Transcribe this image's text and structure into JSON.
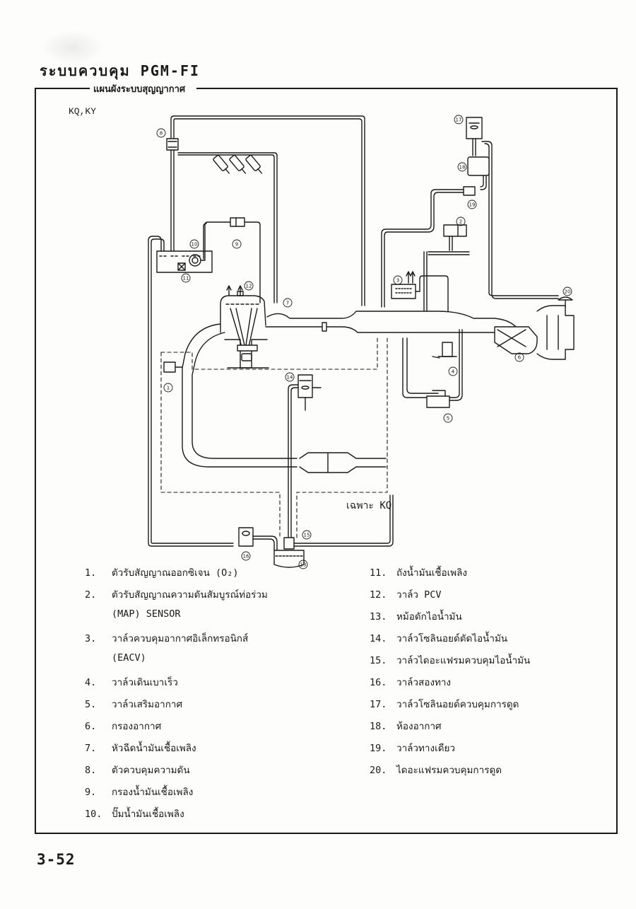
{
  "page": {
    "title": "ระบบควบคุม PGM-FI",
    "frame_caption": "แผนผังระบบสุญญากาศ",
    "variant_label": "KQ,KY",
    "kq_only_label": "เฉพาะ KQ",
    "page_number": "3-52"
  },
  "diagram": {
    "callouts": [
      "1",
      "2",
      "3",
      "4",
      "5",
      "6",
      "7",
      "8",
      "9",
      "10",
      "11",
      "12",
      "13",
      "14",
      "15",
      "16",
      "17",
      "18",
      "19",
      "20"
    ]
  },
  "legend": {
    "left": [
      {
        "num": "1.",
        "text": "ตัวรับสัญญาณออกซิเจน (O₂)"
      },
      {
        "num": "2.",
        "text": "ตัวรับสัญญาณความดันสัมบูรณ์ท่อร่วม"
      },
      {
        "num": "",
        "text": "(MAP) SENSOR"
      },
      {
        "num": "3.",
        "text": "วาล์วควบคุมอากาศอิเล็กทรอนิกส์"
      },
      {
        "num": "",
        "text": "(EACV)"
      },
      {
        "num": "4.",
        "text": "วาล์วเดินเบาเร็ว"
      },
      {
        "num": "5.",
        "text": "วาล์วเสริมอากาศ"
      },
      {
        "num": "6.",
        "text": "กรองอากาศ"
      },
      {
        "num": "7.",
        "text": "หัวฉีดน้ำมันเชื้อเพลิง"
      },
      {
        "num": "8.",
        "text": "ตัวควบคุมความดัน"
      },
      {
        "num": "9.",
        "text": "กรองน้ำมันเชื้อเพลิง"
      },
      {
        "num": "10.",
        "text": "ปั๊มน้ำมันเชื้อเพลิง"
      }
    ],
    "right": [
      {
        "num": "11.",
        "text": "ถังน้ำมันเชื้อเพลิง"
      },
      {
        "num": "12.",
        "text": "วาล์ว PCV"
      },
      {
        "num": "13.",
        "text": "หม้อดักไอน้ำมัน"
      },
      {
        "num": "14.",
        "text": "วาล์วโซลินอยด์ตัดไอน้ำมัน"
      },
      {
        "num": "15.",
        "text": "วาล์วไดอะแฟรมควบคุมไอน้ำมัน"
      },
      {
        "num": "16.",
        "text": "วาล์วสองทาง"
      },
      {
        "num": "17.",
        "text": "วาล์วโซลินอยด์ควบคุมการดูด"
      },
      {
        "num": "18.",
        "text": "ห้องอากาศ"
      },
      {
        "num": "19.",
        "text": "วาล์วทางเดียว"
      },
      {
        "num": "20.",
        "text": "ไดอะแฟรมควบคุมการดูด"
      }
    ]
  }
}
